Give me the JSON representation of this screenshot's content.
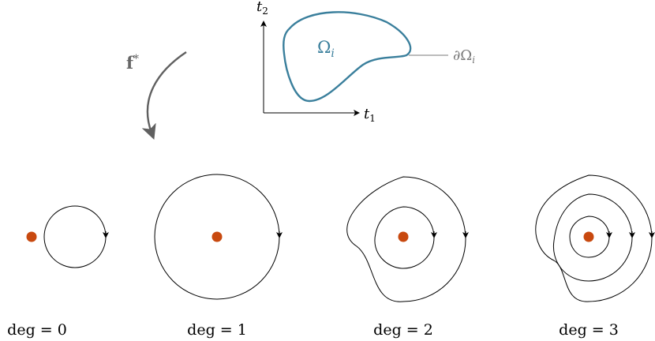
{
  "top_plot": {
    "axis_x_label": "t",
    "axis_x_sub": "1",
    "axis_y_label": "t",
    "axis_y_sub": "2",
    "region_label": "Ω",
    "region_sub": "i",
    "boundary_label": "∂Ω",
    "boundary_sub": "i"
  },
  "map_label": "f",
  "map_sup": "*",
  "panels": [
    {
      "caption_word": "deg",
      "caption_eq": "=",
      "caption_value": "0"
    },
    {
      "caption_word": "deg",
      "caption_eq": "=",
      "caption_value": "1"
    },
    {
      "caption_word": "deg",
      "caption_eq": "=",
      "caption_value": "2"
    },
    {
      "caption_word": "deg",
      "caption_eq": "=",
      "caption_value": "3"
    }
  ],
  "colors": {
    "region": "#3a7f9c",
    "point": "#c8490f",
    "stroke": "#000000",
    "arrow": "#606060",
    "label_gray": "#7a7a7a"
  }
}
